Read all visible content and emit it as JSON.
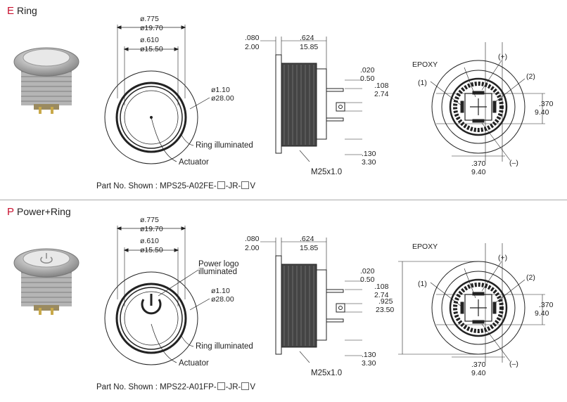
{
  "sections": [
    {
      "letter": "E",
      "title": "Ring",
      "dim_outer": {
        "inch": "ø.775",
        "mm": "ø19.70"
      },
      "dim_inner": {
        "inch": "ø.610",
        "mm": "ø15.50"
      },
      "dim_body": {
        "inch": "ø1.10",
        "mm": "ø28.00"
      },
      "label_ring": "Ring illuminated",
      "label_actuator": "Actuator",
      "side_bezel": {
        "inch": ".080",
        "mm": "2.00"
      },
      "side_length": {
        "inch": ".624",
        "mm": "15.85"
      },
      "side_term1": {
        "inch": ".020",
        "mm": "0.50"
      },
      "side_term2": {
        "inch": ".108",
        "mm": "2.74"
      },
      "side_term3": {
        "inch": ".130",
        "mm": "3.30"
      },
      "thread": "M25x1.0",
      "rear_epoxy": "EPOXY",
      "rear_plus": "(+)",
      "rear_minus": "(–)",
      "rear_1": "(1)",
      "rear_2": "(2)",
      "rear_v": {
        "inch": ".370",
        "mm": "9.40"
      },
      "rear_h": {
        "inch": ".370",
        "mm": "9.40"
      },
      "part_prefix": "Part No. Shown : MPS25-A02FE-",
      "part_mid": "-JR-",
      "part_suffix": "V"
    },
    {
      "letter": "P",
      "title": "Power+Ring",
      "dim_outer": {
        "inch": "ø.775",
        "mm": "ø19.70"
      },
      "dim_inner": {
        "inch": "ø.610",
        "mm": "ø15.50"
      },
      "dim_body": {
        "inch": "ø1.10",
        "mm": "ø28.00"
      },
      "label_logo": "Power logo illuminated",
      "label_ring": "Ring illuminated",
      "label_actuator": "Actuator",
      "side_bezel": {
        "inch": ".080",
        "mm": "2.00"
      },
      "side_length": {
        "inch": ".624",
        "mm": "15.85"
      },
      "side_term1": {
        "inch": ".020",
        "mm": "0.50"
      },
      "side_term2": {
        "inch": ".108",
        "mm": "2.74"
      },
      "side_term3": {
        "inch": ".130",
        "mm": "3.30"
      },
      "thread": "M25x1.0",
      "rear_epoxy": "EPOXY",
      "rear_plus": "(+)",
      "rear_minus": "(–)",
      "rear_1": "(1)",
      "rear_2": "(2)",
      "rear_v": {
        "inch": ".370",
        "mm": "9.40"
      },
      "rear_h": {
        "inch": ".370",
        "mm": "9.40"
      },
      "rear_dia": {
        "inch": ".925",
        "mm": "23.50"
      },
      "part_prefix": "Part No. Shown : MPS22-A01FP-",
      "part_mid": "-JR-",
      "part_suffix": "V"
    }
  ]
}
